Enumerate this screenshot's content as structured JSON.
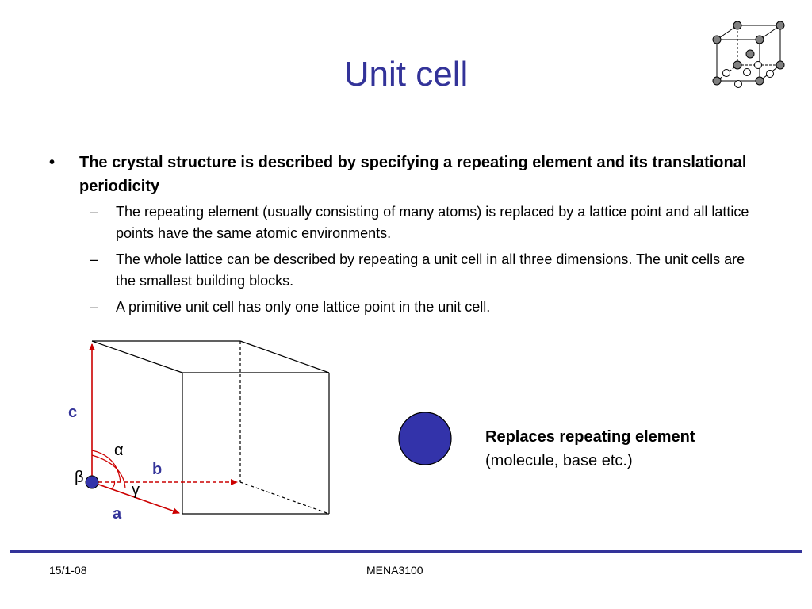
{
  "slide": {
    "title": "Unit cell",
    "bullets": [
      {
        "mark": "•",
        "text": "The crystal structure is described by specifying a repeating element and its translational periodicity",
        "subs": [
          {
            "mark": "–",
            "text": "The repeating element (usually consisting of many atoms) is replaced by a lattice point and all lattice points have the same atomic environments."
          },
          {
            "mark": "–",
            "text": "The whole lattice can be described by repeating a unit cell in all three dimensions. The unit cells are the smallest building blocks."
          },
          {
            "mark": "–",
            "text": "A primitive unit cell has only one lattice point in the unit cell."
          }
        ]
      }
    ]
  },
  "diagram": {
    "labels": {
      "c": "c",
      "b": "b",
      "a": "a",
      "alpha": "α",
      "beta": "β",
      "gamma": "γ"
    },
    "colors": {
      "axis": "#cc0000",
      "edge": "#000000",
      "point": "#3333aa",
      "label": "#333399"
    },
    "callout_bold": "Replaces repeating element",
    "callout_plain": "(molecule, base etc.)"
  },
  "corner_icon": "fcc-unit-cell-icon",
  "footer": {
    "date": "15/1-08",
    "course": "MENA3100",
    "line_color": "#333399"
  }
}
